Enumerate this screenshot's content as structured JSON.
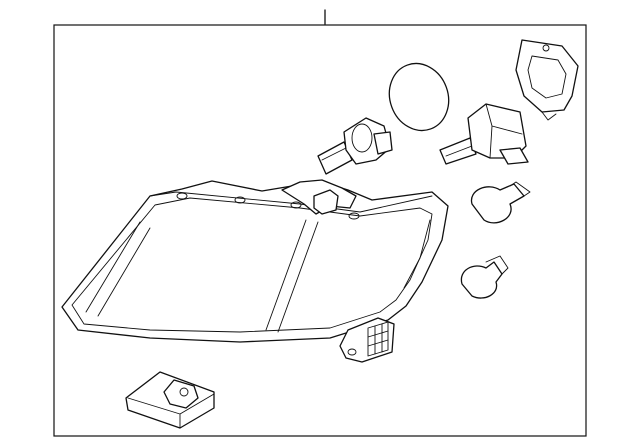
{
  "diagram": {
    "parts": [
      {
        "name": "headlamp-assembly"
      },
      {
        "name": "halogen-bulb"
      },
      {
        "name": "dust-cap"
      },
      {
        "name": "hid-bulb"
      },
      {
        "name": "mounting-gasket"
      },
      {
        "name": "amber-bulb"
      },
      {
        "name": "wedge-bulb"
      },
      {
        "name": "ballast-module"
      }
    ],
    "colors": {
      "line": "#111111",
      "background": "#ffffff"
    }
  }
}
